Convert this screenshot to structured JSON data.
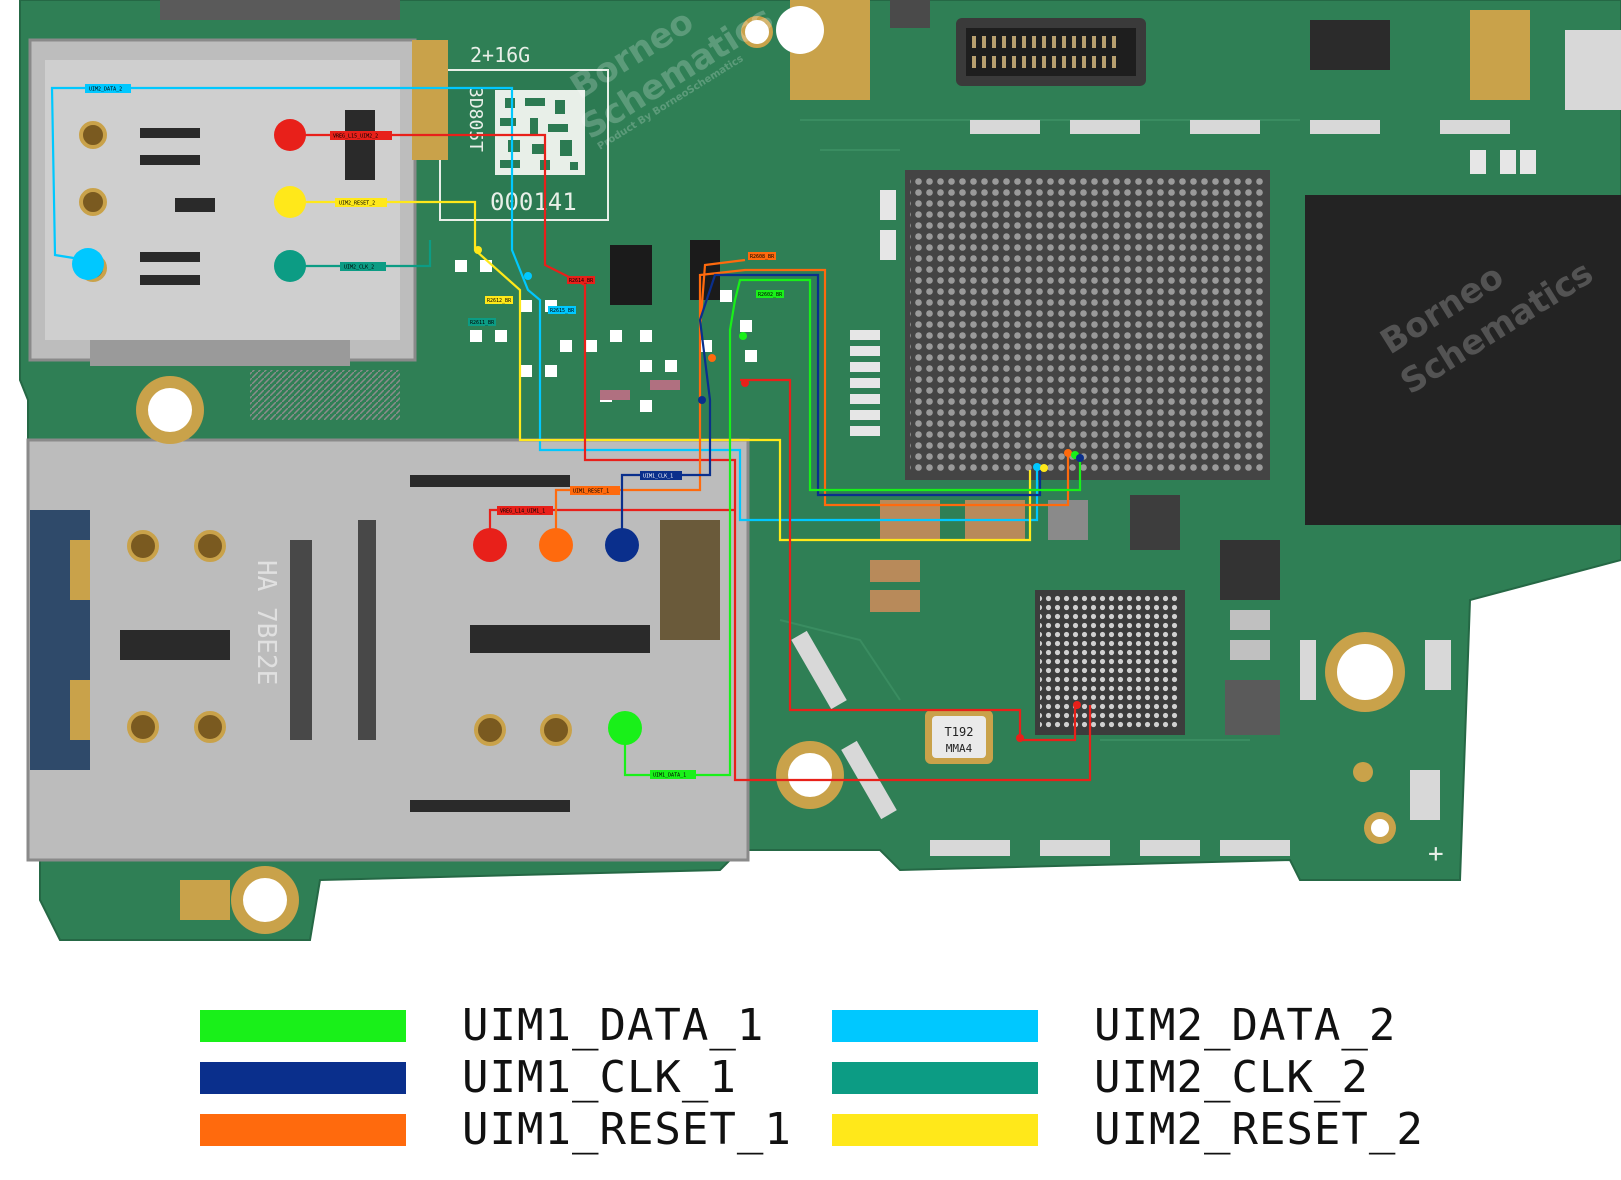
{
  "board": {
    "silkscreen": {
      "ram_label": "2+16G",
      "chip_code": "3D805T",
      "serial": "000141",
      "tray_code": "HA 7BE2E",
      "crystal_top": "T192",
      "crystal_bottom": "MMA4",
      "plus_mark": "+"
    },
    "watermark": {
      "line1": "Borneo",
      "line2": "Schematics",
      "line3": "Product By BorneoSchematics"
    },
    "trace_tags": {
      "uim2_data": "UIM2_DATA_2",
      "vreg_l15": "VREG_L15_UIM2_2",
      "uim2_reset": "UIM2_RESET_2",
      "uim2_clk": "UIM2_CLK_2",
      "vreg_l14": "VREG_L14_UIM1_1",
      "uim1_reset": "UIM1_RESET_1",
      "uim1_clk": "UIM1_CLK_1",
      "uim1_data": "UIM1_DATA_1",
      "r2612": "R2612_BR",
      "r2611": "R2611_BR",
      "r2615": "R2615_BR",
      "r2614": "R2614_BR",
      "r2608": "R2608_BR",
      "r2602": "R2602_BR"
    }
  },
  "legend": {
    "items": [
      {
        "label": "UIM1_DATA_1",
        "color": "#19f019"
      },
      {
        "label": "UIM1_CLK_1",
        "color": "#0a2f8c"
      },
      {
        "label": "UIM1_RESET_1",
        "color": "#ff6a0d"
      },
      {
        "label": "UIM2_DATA_2",
        "color": "#00c8ff"
      },
      {
        "label": "UIM2_CLK_2",
        "color": "#0c9c84"
      },
      {
        "label": "UIM2_RESET_2",
        "color": "#ffe81a"
      }
    ],
    "vreg_color": "#e8201a"
  }
}
